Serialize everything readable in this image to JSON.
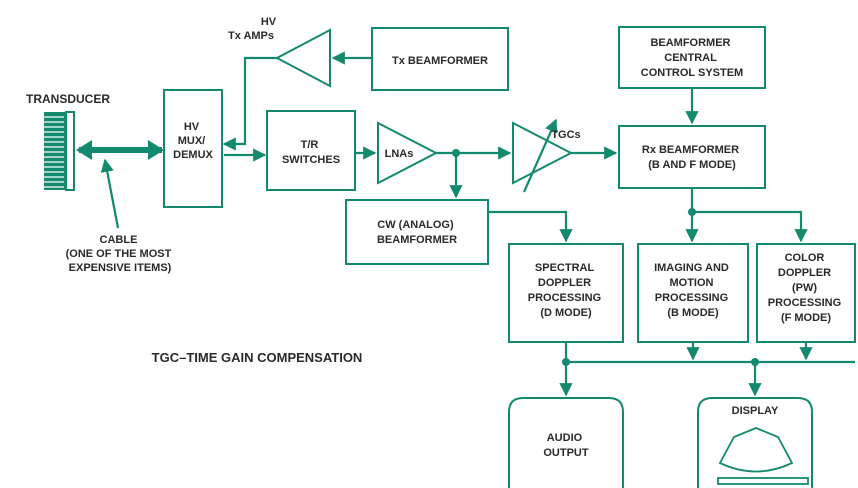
{
  "colors": {
    "line": "#138a6d",
    "text": "#2a2a2a",
    "background": "#ffffff"
  },
  "labels": {
    "transducer": "TRANSDUCER",
    "hv_mux_demux": [
      "HV",
      "MUX/",
      "DEMUX"
    ],
    "hv_tx_amps": [
      "HV",
      "Tx AMPs"
    ],
    "tx_beamformer": "Tx BEAMFORMER",
    "tr_switches": [
      "T/R",
      "SWITCHES"
    ],
    "lnas": "LNAs",
    "tgcs": "TGCs",
    "beamformer_central_control": [
      "BEAMFORMER",
      "CENTRAL",
      "CONTROL SYSTEM"
    ],
    "rx_beamformer": [
      "Rx BEAMFORMER",
      "(B AND F MODE)"
    ],
    "cw_beamformer": [
      "CW (ANALOG)",
      "BEAMFORMER"
    ],
    "cable": [
      "CABLE",
      "(ONE OF THE MOST",
      "EXPENSIVE ITEMS)"
    ],
    "spectral_doppler": [
      "SPECTRAL",
      "DOPPLER",
      "PROCESSING",
      "(D MODE)"
    ],
    "imaging_motion": [
      "IMAGING AND",
      "MOTION",
      "PROCESSING",
      "(B MODE)"
    ],
    "color_doppler": [
      "COLOR",
      "DOPPLER",
      "(PW)",
      "PROCESSING",
      "(F MODE)"
    ],
    "tgc_note": "TGC–TIME GAIN COMPENSATION",
    "audio_output": [
      "AUDIO",
      "OUTPUT"
    ],
    "display": "DISPLAY"
  },
  "icons": [
    "transducer-array-icon",
    "amplifier-triangle-icon",
    "ultrasound-sector-icon"
  ]
}
